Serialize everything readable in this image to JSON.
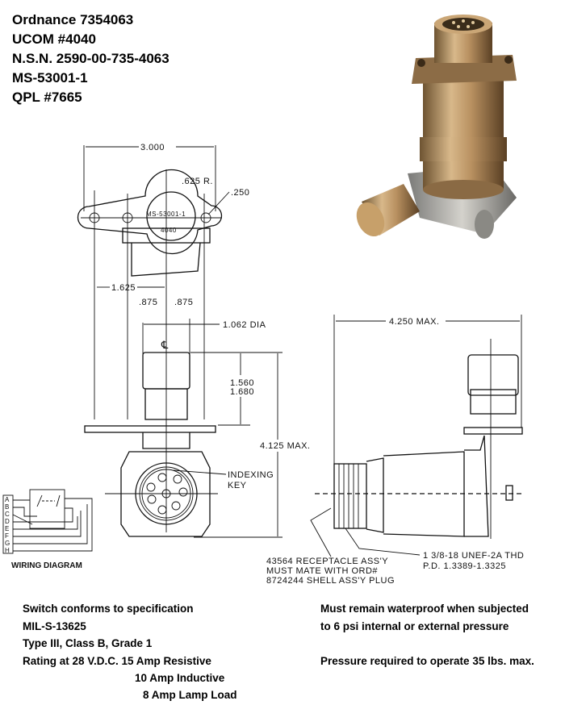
{
  "header": {
    "lines": [
      "Ordnance 7354063",
      "UCOM #4040",
      "N.S.N. 2590-00-735-4063",
      "MS-53001-1",
      "QPL #7665"
    ]
  },
  "drawing": {
    "dim_width": "3.000",
    "dim_radius": ".625 R.",
    "dim_hole": ".250",
    "plate_marking": "MS-53001-1",
    "plate_number": "4040",
    "dim_offset": "1.625",
    "dim_half_left": ".875",
    "dim_half_right": ".875",
    "dim_dia": "1.062 DIA",
    "centerline_symbol": "℄",
    "dim_height_a": "1.560",
    "dim_height_b": "1.680",
    "dim_total_height": "4.125 MAX.",
    "indexing_key_line1": "INDEXING",
    "indexing_key_line2": "KEY",
    "dim_total_length": "4.250 MAX.",
    "note_receptacle": [
      "43564 RECEPTACLE ASS'Y",
      "MUST MATE WITH ORD#",
      "8724244 SHELL ASS'Y PLUG"
    ],
    "note_thread": [
      "1 3/8-18 UNEF-2A THD",
      "P.D. 1.3389-1.3325"
    ],
    "wiring_terminals": [
      "A",
      "B",
      "C",
      "D",
      "E",
      "F",
      "G",
      "H"
    ],
    "wiring_label": "WIRING DIAGRAM"
  },
  "specs_left": [
    "Switch conforms to specification",
    "MIL-S-13625",
    "Type III, Class B, Grade 1",
    "Rating at 28 V.D.C. 15 Amp Resistive",
    "10 Amp Inductive",
    "8 Amp Lamp Load"
  ],
  "specs_right": [
    "Must remain waterproof when subjected",
    "to 6 psi internal or external pressure",
    "Pressure required to operate 35 lbs. max."
  ]
}
